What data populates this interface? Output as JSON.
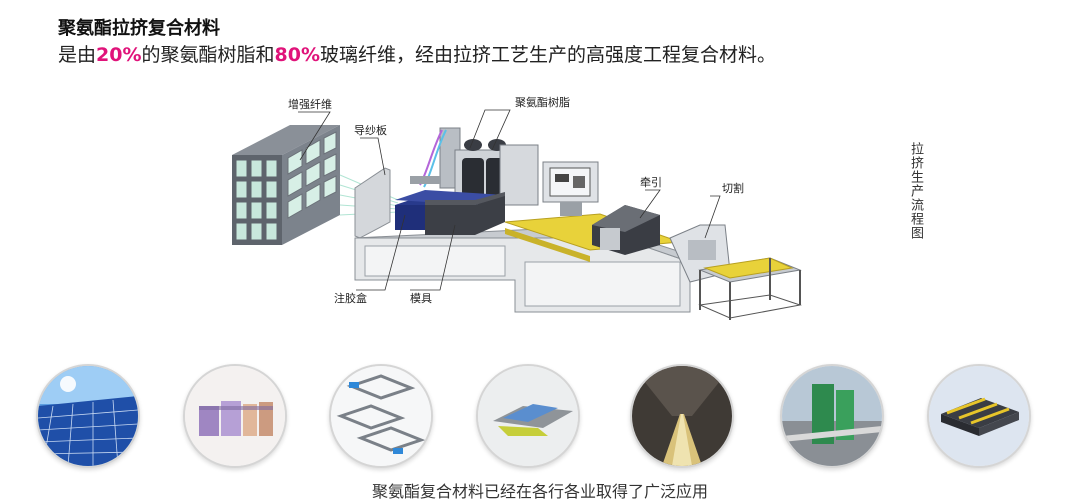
{
  "header": {
    "title": "聚氨酯拉挤复合材料",
    "subtitle_prefix": "是由",
    "pct1": "20%",
    "mid1": "的聚氨酯树脂和",
    "pct2": "80%",
    "mid2": "玻璃纤维，经由拉挤工艺生产的高强度工程复合材料。"
  },
  "diagram": {
    "side_title": "拉挤生产流程图",
    "labels": {
      "fiber": "增强纤维",
      "guide": "导纱板",
      "resin": "聚氨酯树脂",
      "pull": "牵引",
      "cut": "切割",
      "inject": "注胶盒",
      "mold": "模具"
    }
  },
  "applications": {
    "icons": [
      "solar-panel-icon",
      "profile-beams-icon",
      "frame-structure-icon",
      "cable-tray-icon",
      "tunnel-channel-icon",
      "highway-barrier-icon",
      "pallet-icon"
    ],
    "caption": "聚氨酯复合材料已经在各行各业取得了广泛应用"
  },
  "colors": {
    "accent": "#e0137a",
    "mold_blue": "#2b3a8f",
    "rail_yellow": "#e8d23a"
  }
}
